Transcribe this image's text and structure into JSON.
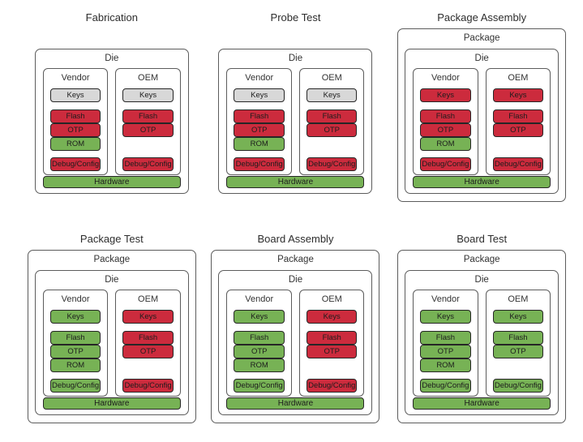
{
  "palette": {
    "red": "#cc2b3d",
    "green": "#77b255",
    "gray": "#d8d8d8",
    "box_border": "#5c5c5c",
    "block_border": "#262626",
    "label_text": "#333333",
    "background": "#ffffff"
  },
  "diagrams": [
    {
      "title": "Fabrication",
      "has_package": false,
      "die_label": "Die",
      "hardware": {
        "label": "Hardware",
        "color": "green"
      },
      "columns": [
        {
          "label": "Vendor",
          "keys": {
            "label": "Keys",
            "color": "gray"
          },
          "mem": [
            {
              "label": "Flash",
              "color": "red"
            },
            {
              "label": "OTP",
              "color": "red"
            },
            {
              "label": "ROM",
              "color": "green"
            }
          ],
          "debug": {
            "label": "Debug/Config",
            "color": "red"
          }
        },
        {
          "label": "OEM",
          "keys": {
            "label": "Keys",
            "color": "gray"
          },
          "mem": [
            {
              "label": "Flash",
              "color": "red"
            },
            {
              "label": "OTP",
              "color": "red"
            }
          ],
          "debug": {
            "label": "Debug/Config",
            "color": "red"
          }
        }
      ]
    },
    {
      "title": "Probe Test",
      "has_package": false,
      "die_label": "Die",
      "hardware": {
        "label": "Hardware",
        "color": "green"
      },
      "columns": [
        {
          "label": "Vendor",
          "keys": {
            "label": "Keys",
            "color": "gray"
          },
          "mem": [
            {
              "label": "Flash",
              "color": "red"
            },
            {
              "label": "OTP",
              "color": "red"
            },
            {
              "label": "ROM",
              "color": "green"
            }
          ],
          "debug": {
            "label": "Debug/Config",
            "color": "red"
          }
        },
        {
          "label": "OEM",
          "keys": {
            "label": "Keys",
            "color": "gray"
          },
          "mem": [
            {
              "label": "Flash",
              "color": "red"
            },
            {
              "label": "OTP",
              "color": "red"
            }
          ],
          "debug": {
            "label": "Debug/Config",
            "color": "red"
          }
        }
      ]
    },
    {
      "title": "Package Assembly",
      "has_package": true,
      "package_label": "Package",
      "die_label": "Die",
      "hardware": {
        "label": "Hardware",
        "color": "green"
      },
      "columns": [
        {
          "label": "Vendor",
          "keys": {
            "label": "Keys",
            "color": "red"
          },
          "mem": [
            {
              "label": "Flash",
              "color": "red"
            },
            {
              "label": "OTP",
              "color": "red"
            },
            {
              "label": "ROM",
              "color": "green"
            }
          ],
          "debug": {
            "label": "Debug/Config",
            "color": "red"
          }
        },
        {
          "label": "OEM",
          "keys": {
            "label": "Keys",
            "color": "red"
          },
          "mem": [
            {
              "label": "Flash",
              "color": "red"
            },
            {
              "label": "OTP",
              "color": "red"
            }
          ],
          "debug": {
            "label": "Debug/Config",
            "color": "red"
          }
        }
      ]
    },
    {
      "title": "Package Test",
      "has_package": true,
      "package_label": "Package",
      "die_label": "Die",
      "hardware": {
        "label": "Hardware",
        "color": "green"
      },
      "columns": [
        {
          "label": "Vendor",
          "keys": {
            "label": "Keys",
            "color": "green"
          },
          "mem": [
            {
              "label": "Flash",
              "color": "green"
            },
            {
              "label": "OTP",
              "color": "green"
            },
            {
              "label": "ROM",
              "color": "green"
            }
          ],
          "debug": {
            "label": "Debug/Config",
            "color": "green"
          }
        },
        {
          "label": "OEM",
          "keys": {
            "label": "Keys",
            "color": "red"
          },
          "mem": [
            {
              "label": "Flash",
              "color": "red"
            },
            {
              "label": "OTP",
              "color": "red"
            }
          ],
          "debug": {
            "label": "Debug/Config",
            "color": "red"
          }
        }
      ]
    },
    {
      "title": "Board Assembly",
      "has_package": true,
      "package_label": "Package",
      "die_label": "Die",
      "hardware": {
        "label": "Hardware",
        "color": "green"
      },
      "columns": [
        {
          "label": "Vendor",
          "keys": {
            "label": "Keys",
            "color": "green"
          },
          "mem": [
            {
              "label": "Flash",
              "color": "green"
            },
            {
              "label": "OTP",
              "color": "green"
            },
            {
              "label": "ROM",
              "color": "green"
            }
          ],
          "debug": {
            "label": "Debug/Config",
            "color": "green"
          }
        },
        {
          "label": "OEM",
          "keys": {
            "label": "Keys",
            "color": "red"
          },
          "mem": [
            {
              "label": "Flash",
              "color": "red"
            },
            {
              "label": "OTP",
              "color": "red"
            }
          ],
          "debug": {
            "label": "Debug/Config",
            "color": "red"
          }
        }
      ]
    },
    {
      "title": "Board Test",
      "has_package": true,
      "package_label": "Package",
      "die_label": "Die",
      "hardware": {
        "label": "Hardware",
        "color": "green"
      },
      "columns": [
        {
          "label": "Vendor",
          "keys": {
            "label": "Keys",
            "color": "green"
          },
          "mem": [
            {
              "label": "Flash",
              "color": "green"
            },
            {
              "label": "OTP",
              "color": "green"
            },
            {
              "label": "ROM",
              "color": "green"
            }
          ],
          "debug": {
            "label": "Debug/Config",
            "color": "green"
          }
        },
        {
          "label": "OEM",
          "keys": {
            "label": "Keys",
            "color": "green"
          },
          "mem": [
            {
              "label": "Flash",
              "color": "green"
            },
            {
              "label": "OTP",
              "color": "green"
            }
          ],
          "debug": {
            "label": "Debug/Config",
            "color": "green"
          }
        }
      ]
    }
  ]
}
